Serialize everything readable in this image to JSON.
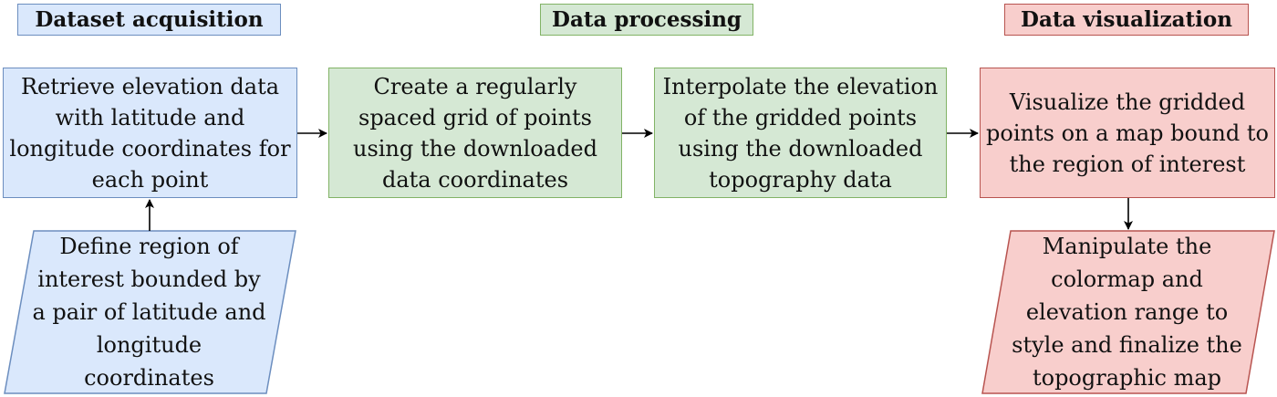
{
  "headers": {
    "acquisition": "Dataset acquisition",
    "processing": "Data processing",
    "visualization": "Data visualization"
  },
  "steps": {
    "retrieve": "Retrieve elevation data with latitude and longitude coordinates for each point",
    "grid": "Create a regularly spaced grid of points using the downloaded data coordinates",
    "interpolate": "Interpolate the elevation of the gridded points using the downloaded topography data",
    "visualize": "Visualize the gridded points on a map bound to the region of interest"
  },
  "inputs": {
    "define_region": "Define region of interest bounded by a pair of latitude and longitude coordinates",
    "manipulate": "Manipulate the colormap and elevation range to style and finalize the topographic map"
  },
  "colors": {
    "blue_fill": "#dae8fc",
    "blue_stroke": "#6c8ebf",
    "green_fill": "#d5e8d4",
    "green_stroke": "#82b366",
    "red_fill": "#f8cecc",
    "red_stroke": "#b85450",
    "arrow": "#000000"
  }
}
